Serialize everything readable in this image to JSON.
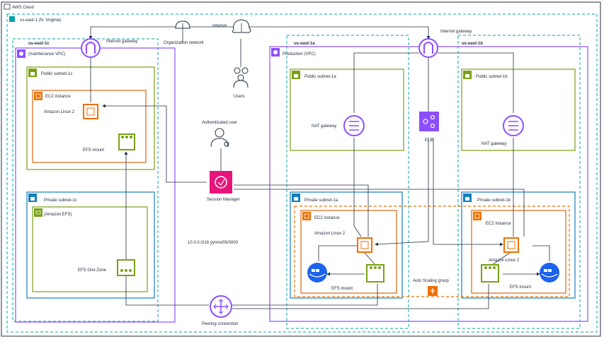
{
  "titles": {
    "aws_cloud": "AWS Cloud",
    "region": "us-east-1 (N. Virginia)",
    "maintenance_vpc": "(maintenance VPC)",
    "production_vpc": "Production (VPC)"
  },
  "azs": {
    "az_1c": "us-east-1c",
    "az_1a": "us-east-1a",
    "az_1b": "us-east-1b"
  },
  "subnets": {
    "public_1c": "Public subnet-1c",
    "private_1c": "Private subnet-1c",
    "public_1a": "Public subnet-1a",
    "private_1a": "Private subnet-1a",
    "public_1b": "Public subnet-1b",
    "private_1b": "Private subnet-1b"
  },
  "labels": {
    "internet_gateway_left": "Internet gateway",
    "internet_gateway_right": "Internet gateway",
    "organization_network": "Organization network",
    "internet": "Internet",
    "users": "Users",
    "authenticated_user": "Authenticated user",
    "session_manager": "Session Manager",
    "ec2_left": "EC2 instance",
    "amazon_linux_left": "Amazon Linux 2",
    "efs_mount_left": "EFS mount",
    "amazon_efs": "(Amazon EFS)",
    "efs_one_zone": "EFS One Zone",
    "nat_gateway_1a": "NAT gateway",
    "nat_gateway_1b": "NAT gateway",
    "elb": "ELB",
    "ec2_1a": "EC2 instance",
    "amazon_linux_1a": "Amazon Linux 2",
    "efs_mount_1a": "EFS mount",
    "ec2_1b": "EC2 instance",
    "amazon_linux_1b": "Amazon Linux 2",
    "efs_mount_1b": "EFS mount",
    "auto_scaling_group": "Auto Scaling group",
    "peering_connection": "Peering connection",
    "cidr_note": "10.0.0.0/16     yymm/05/0000"
  },
  "colors": {
    "vpc_border": "#8c4fff",
    "public_subnet": "#7aa116",
    "private_subnet": "#147eba",
    "ec2_border": "#d86613",
    "ec2_fill": "#ed7100",
    "efs_green": "#7aa116",
    "teal": "#00a4a6",
    "purple": "#8c4fff",
    "session_pink": "#e7157b",
    "asg_orange": "#ed7100",
    "docker_blue": "#1d63ed",
    "ink": "#232f3e"
  }
}
